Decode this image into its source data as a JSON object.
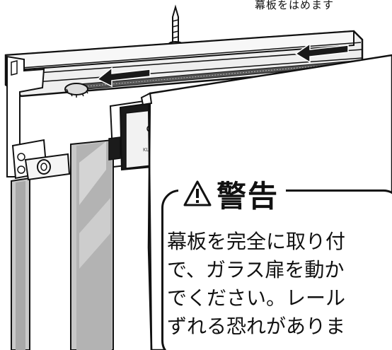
{
  "caption_top": "幕板をはめます",
  "warning": {
    "title": "警告",
    "lines": [
      "幕板を完全に取り付",
      "で、ガラス扉を動か",
      "でください。レール",
      "ずれる恐れがありま"
    ]
  },
  "product_label": "KLE",
  "colors": {
    "ink": "#111111",
    "arrow": "#1a1a1a",
    "glass": "#b8b8b8",
    "rail": "#e9e9e9"
  }
}
